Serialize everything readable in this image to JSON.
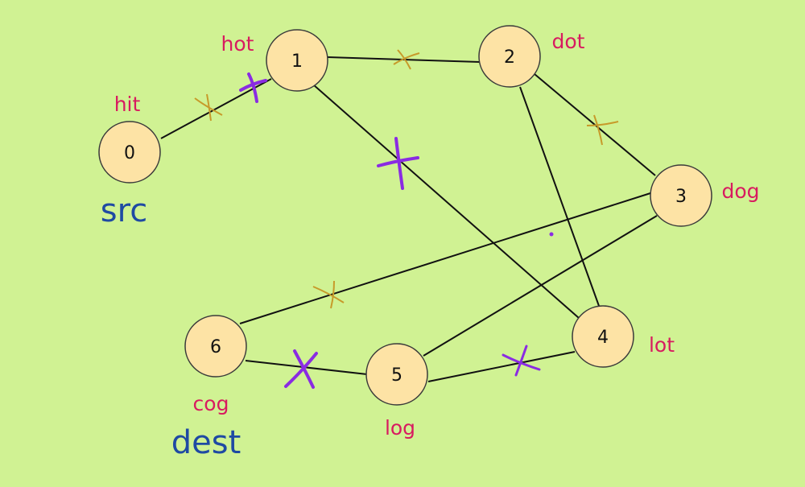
{
  "colors": {
    "background": "#d0f293",
    "node_fill": "#fde3a5",
    "word_label": "#d81b60",
    "role_label": "#1f4aa3",
    "visited_mark": "#c79a2a",
    "pruned_mark": "#8a2be2"
  },
  "nodes": [
    {
      "id": "0",
      "word": "hit",
      "role": "src"
    },
    {
      "id": "1",
      "word": "hot"
    },
    {
      "id": "2",
      "word": "dot"
    },
    {
      "id": "3",
      "word": "dog"
    },
    {
      "id": "4",
      "word": "lot"
    },
    {
      "id": "5",
      "word": "log"
    },
    {
      "id": "6",
      "word": "cog",
      "role": "dest"
    }
  ],
  "edges": [
    {
      "from": "0",
      "to": "1",
      "mark": "visited"
    },
    {
      "from": "1",
      "to": "2",
      "mark": "visited"
    },
    {
      "from": "1",
      "to": "4",
      "mark": "pruned"
    },
    {
      "from": "2",
      "to": "3",
      "mark": "visited"
    },
    {
      "from": "2",
      "to": "4",
      "mark": "none"
    },
    {
      "from": "3",
      "to": "6",
      "mark": "visited"
    },
    {
      "from": "3",
      "to": "5",
      "mark": "none"
    },
    {
      "from": "4",
      "to": "5",
      "mark": "pruned"
    },
    {
      "from": "5",
      "to": "6",
      "mark": "pruned"
    }
  ]
}
